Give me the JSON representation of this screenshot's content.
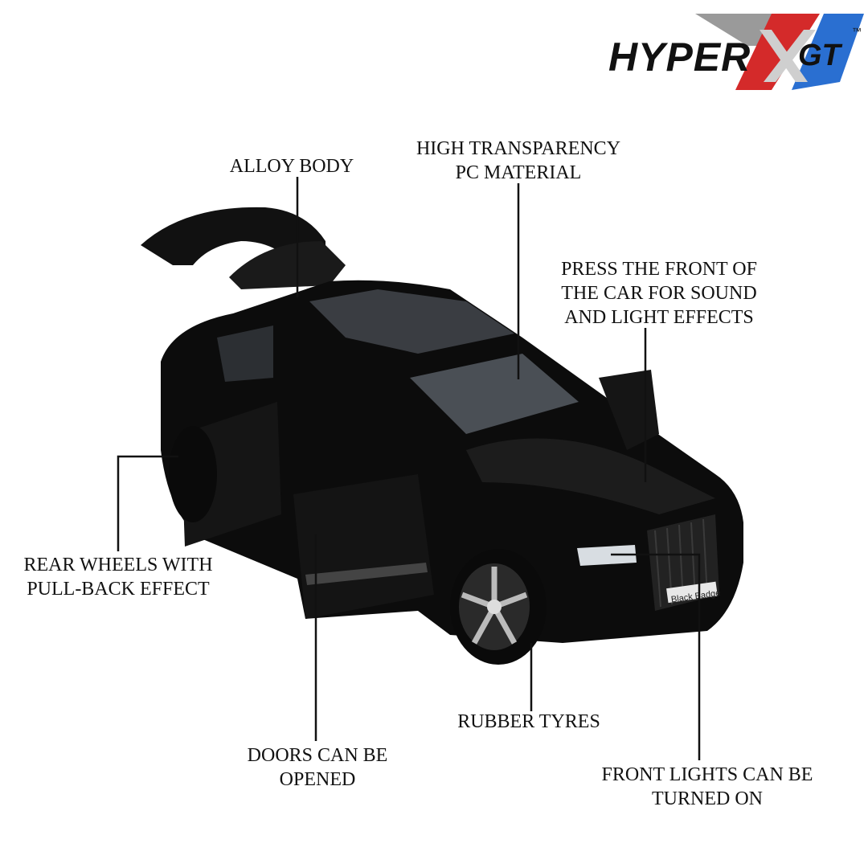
{
  "brand": {
    "name": "HYPER",
    "suffix": "GT",
    "tm": "™",
    "colors": {
      "red": "#d42a2a",
      "blue": "#2a6fd1",
      "gray": "#9a9a9a"
    }
  },
  "callouts": {
    "alloy_body": [
      "ALLOY BODY"
    ],
    "transparency": [
      "HIGH TRANSPARENCY",
      "PC MATERIAL"
    ],
    "sound_light": [
      "PRESS THE FRONT OF",
      "THE CAR FOR SOUND",
      "AND LIGHT EFFECTS"
    ],
    "rear_wheels": [
      "REAR WHEELS WITH",
      "PULL-BACK EFFECT"
    ],
    "doors": [
      "DOORS CAN BE",
      "OPENED"
    ],
    "tyres": [
      "RUBBER TYRES"
    ],
    "front_lights": [
      "FRONT LIGHTS CAN BE",
      "TURNED ON"
    ]
  },
  "car": {
    "plate": "Black Badge"
  }
}
